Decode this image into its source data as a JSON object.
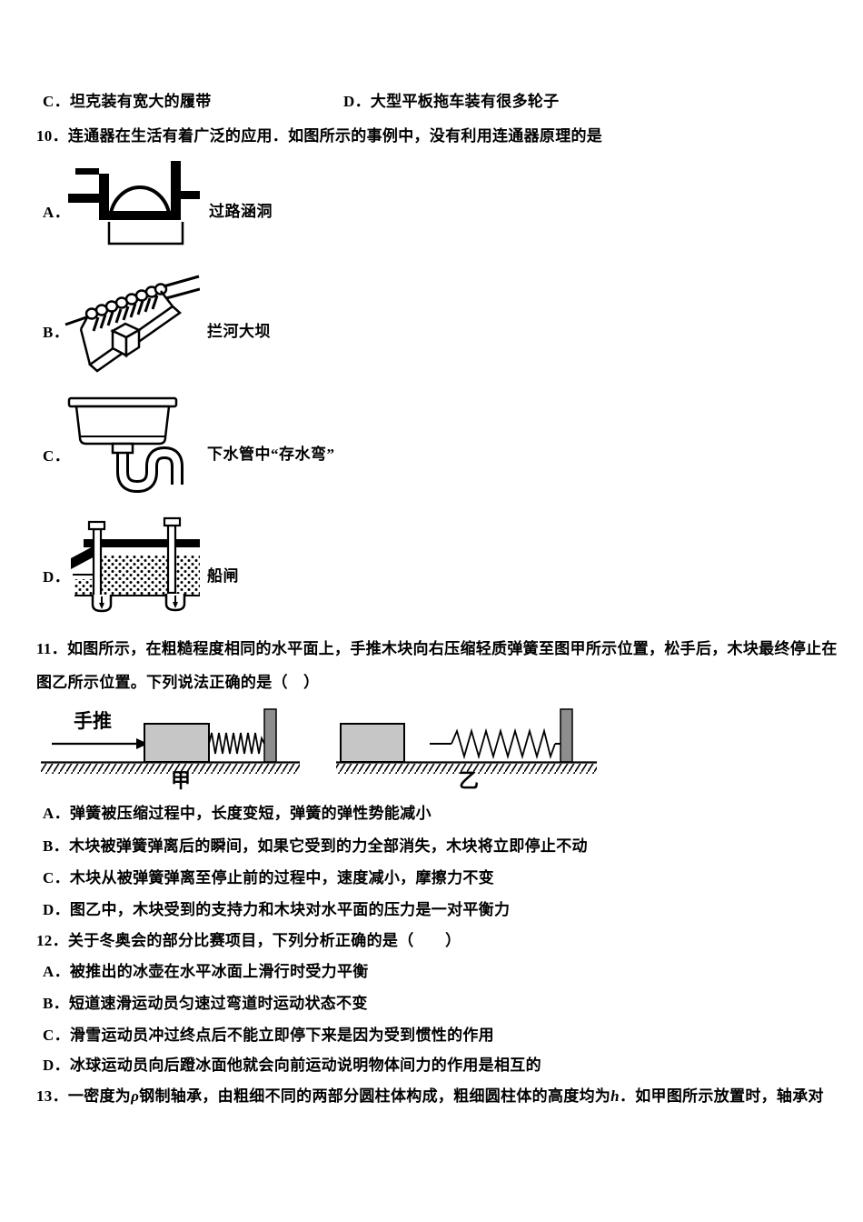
{
  "doc": {
    "q09": {
      "option_c": "C．坦克装有宽大的履带",
      "option_d": "D．大型平板拖车装有很多轮子"
    },
    "q10": {
      "stem": "10．连通器在生活有着广泛的应用．如图所示的事例中，没有利用连通器原理的是",
      "options": [
        {
          "label": "A．",
          "caption": "过路涵洞"
        },
        {
          "label": "B．",
          "caption": "拦河大坝"
        },
        {
          "label": "C．",
          "caption": "下水管中“存水弯”"
        },
        {
          "label": "D．",
          "caption": "船闸"
        }
      ]
    },
    "q11": {
      "stem_lines": [
        "11．如图所示，在粗糙程度相同的水平面上，手推木块向右压缩轻质弹簧至图甲所示位置，松手后，木块最终停止在",
        "图乙所示位置。下列说法正确的是（　）"
      ],
      "figure": {
        "push_label": "手推",
        "left_label": "甲",
        "right_label": "乙"
      },
      "options": [
        "A．弹簧被压缩过程中，长度变短，弹簧的弹性势能减小",
        "B．木块被弹簧弹离后的瞬间，如果它受到的力全部消失，木块将立即停止不动",
        "C．木块从被弹簧弹离至停止前的过程中，速度减小，摩擦力不变",
        "D．图乙中，木块受到的支持力和木块对水平面的压力是一对平衡力"
      ]
    },
    "q12": {
      "stem": "12．关于冬奥会的部分比赛项目，下列分析正确的是（　　）",
      "options": [
        "A．被推出的冰壶在水平冰面上滑行时受力平衡",
        "B．短道速滑运动员匀速过弯道时运动状态不变",
        "C．滑雪运动员冲过终点后不能立即停下来是因为受到惯性的作用",
        "D．冰球运动员向后蹬冰面他就会向前运动说明物体间力的作用是相互的"
      ]
    },
    "q13": {
      "parts": [
        "13．一密度为",
        "ρ",
        "钢制轴承，由粗细不同的两部分圆柱体构成，粗细圆柱体的高度均为",
        "h",
        "．如甲图所示放置时，轴承对"
      ]
    },
    "colors": {
      "ink": "#000000",
      "paper": "#ffffff",
      "block_fill": "#c6c6c6",
      "wall_fill": "#8d8d8d"
    }
  }
}
